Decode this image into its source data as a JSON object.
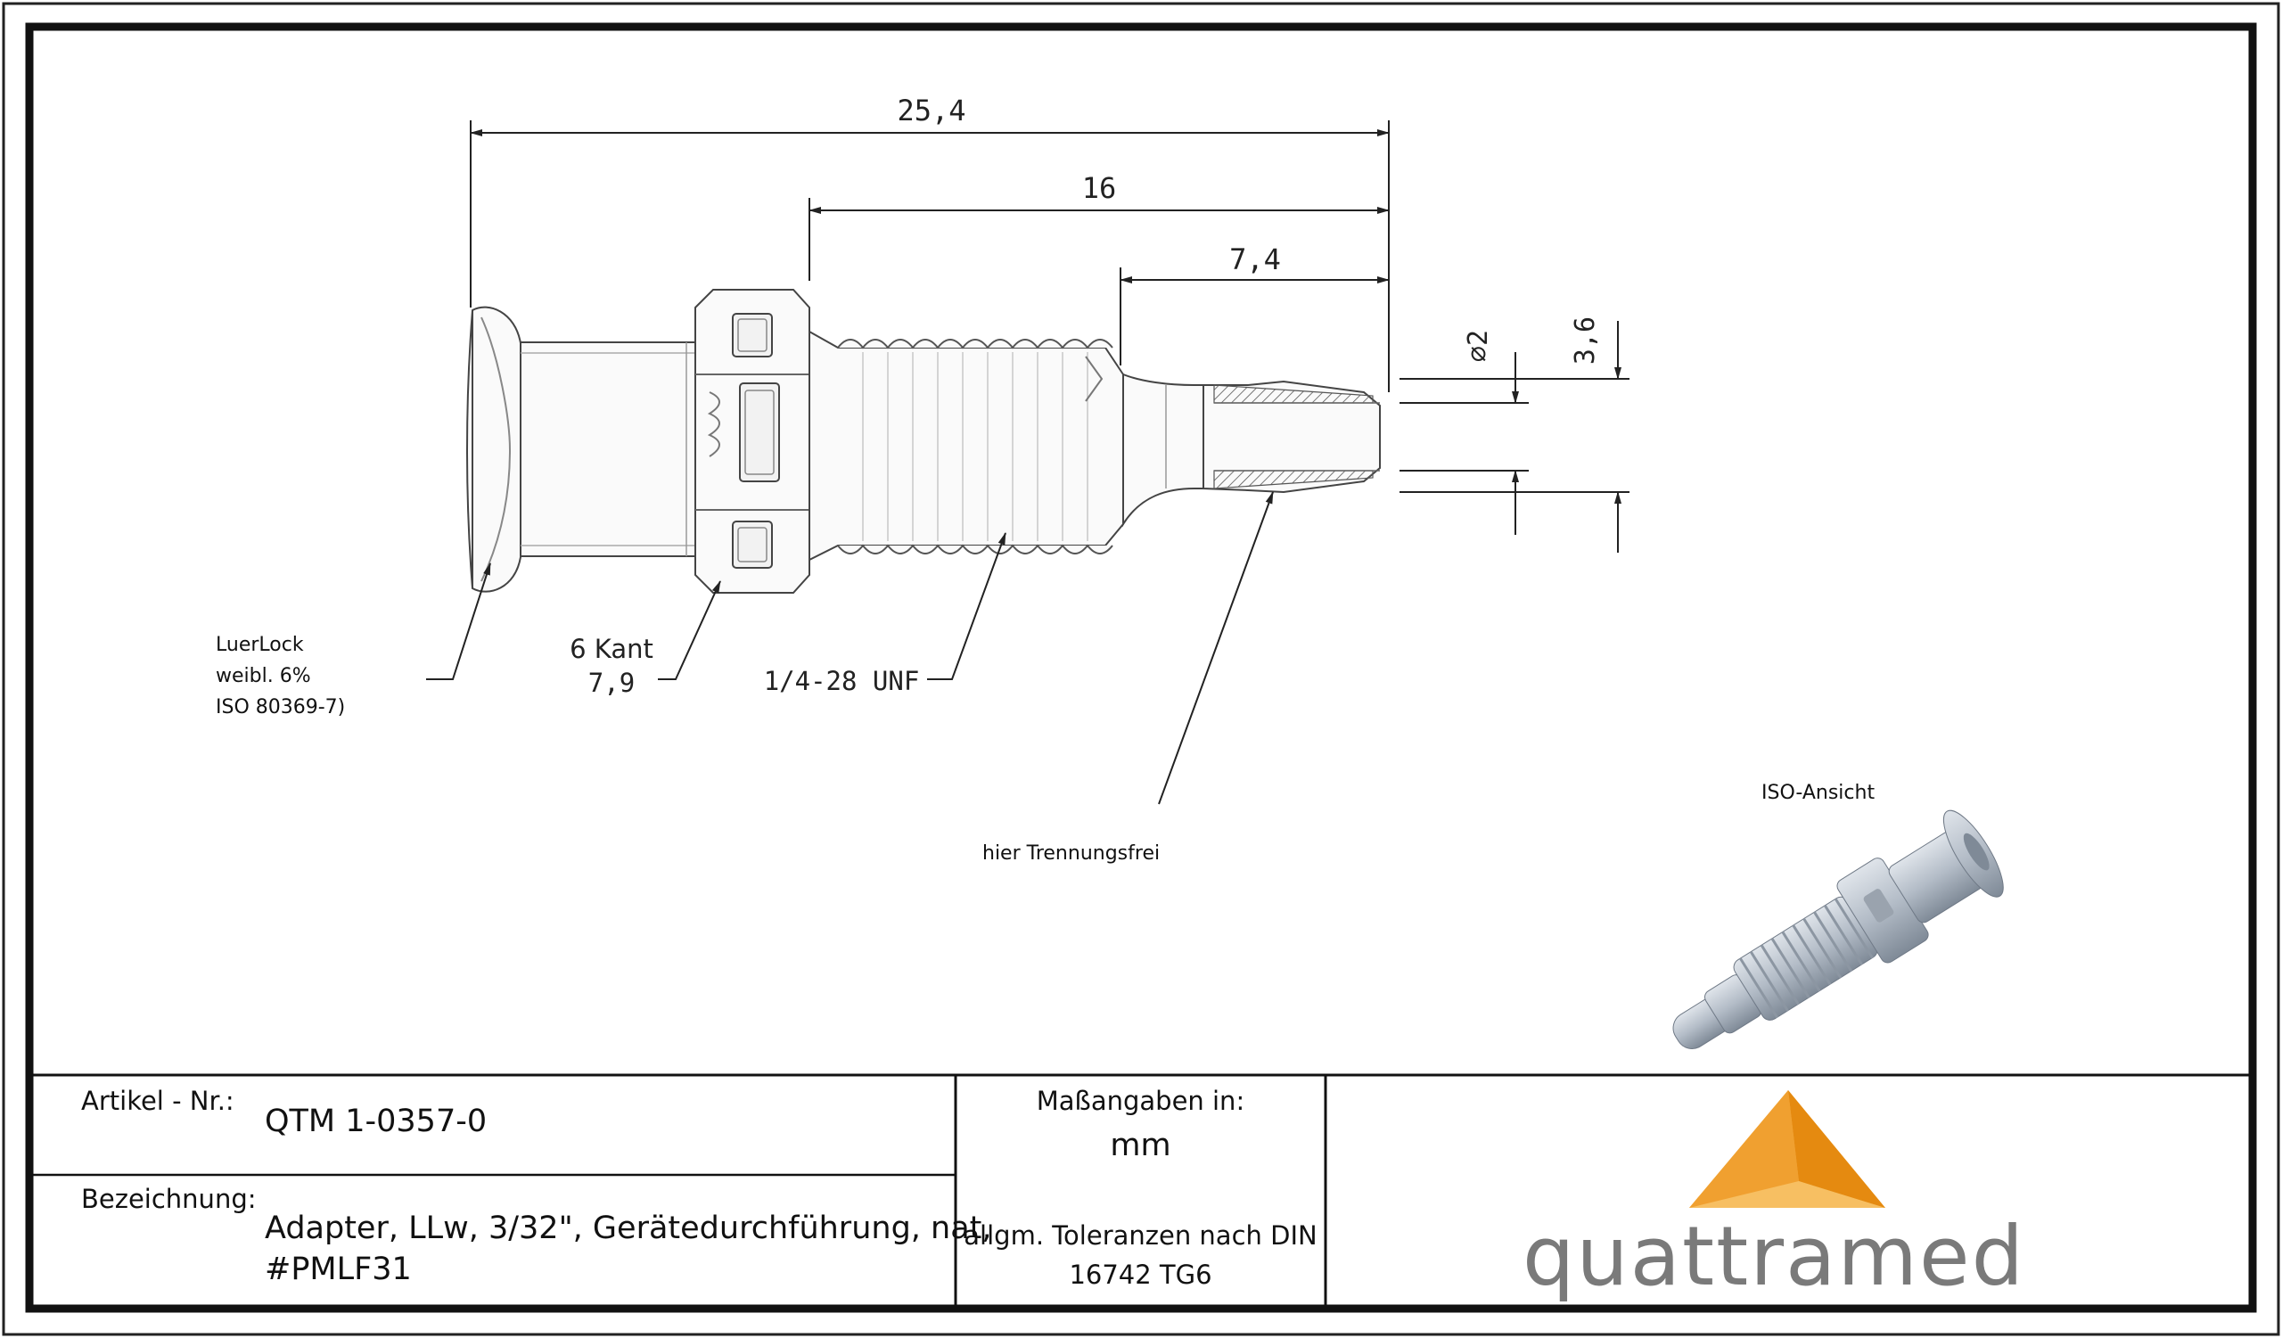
{
  "drawing": {
    "dimensions": {
      "overall_length": "25,4",
      "thread_length": "16",
      "barb_length": "7,4",
      "inner_diameter": "⌀2",
      "outer_diameter": "3,6"
    },
    "callouts": {
      "hex_line1": "6 Kant",
      "hex_line2": "7,9",
      "thread": "1/4-28 UNF"
    },
    "notes": {
      "luer_lines": [
        "LuerLock",
        "weibl. 6%",
        "ISO 80369-7)"
      ],
      "separation": "hier Trennungsfrei",
      "iso_view": "ISO-Ansicht"
    }
  },
  "title_block": {
    "article_label": "Artikel - Nr.:",
    "article_value": "QTM 1-0357-0",
    "designation_label": "Bezeichnung:",
    "designation_lines": [
      "Adapter, LLw, 3/32\", Gerätedurchführung, nat,",
      "#PMLF31"
    ],
    "units_label": "Maßangaben in:",
    "units_value": "mm",
    "tolerance_lines": [
      "allgm. Toleranzen nach DIN",
      "16742 TG6"
    ]
  },
  "brand": {
    "name": "quattramed",
    "colors": {
      "light": "#f7bf62",
      "mid": "#f0a030",
      "dark": "#e58a10",
      "text": "#7a7a7a"
    }
  }
}
